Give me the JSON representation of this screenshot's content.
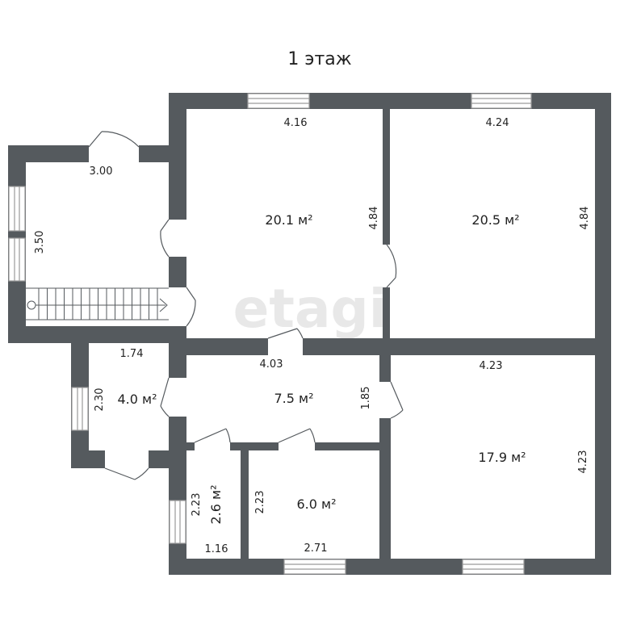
{
  "title": "1 этаж",
  "watermark": "etagi",
  "colors": {
    "wall": "#555a5e",
    "background": "#ffffff",
    "window_frame": "#9a9a9a",
    "watermark": "#e8e8e8"
  },
  "rooms": [
    {
      "id": "living-left",
      "area": "20.1 м²",
      "width": "4.16",
      "height": "4.84"
    },
    {
      "id": "living-right",
      "area": "20.5 м²",
      "width": "4.24",
      "height": "4.84"
    },
    {
      "id": "entry-stair",
      "width": "3.00",
      "height": "3.50"
    },
    {
      "id": "vestibule",
      "area": "4.0 м²",
      "width": "1.74",
      "height": "2.30"
    },
    {
      "id": "hall",
      "area": "7.5 м²",
      "width": "4.03",
      "height": "1.85"
    },
    {
      "id": "bedroom",
      "area": "17.9 м²",
      "width": "4.23",
      "height": "4.23"
    },
    {
      "id": "bathroom-small",
      "area": "2.6 м²",
      "width": "1.16",
      "height": "2.23"
    },
    {
      "id": "room-6",
      "area": "6.0 м²",
      "width": "2.71",
      "height": "2.23"
    }
  ]
}
